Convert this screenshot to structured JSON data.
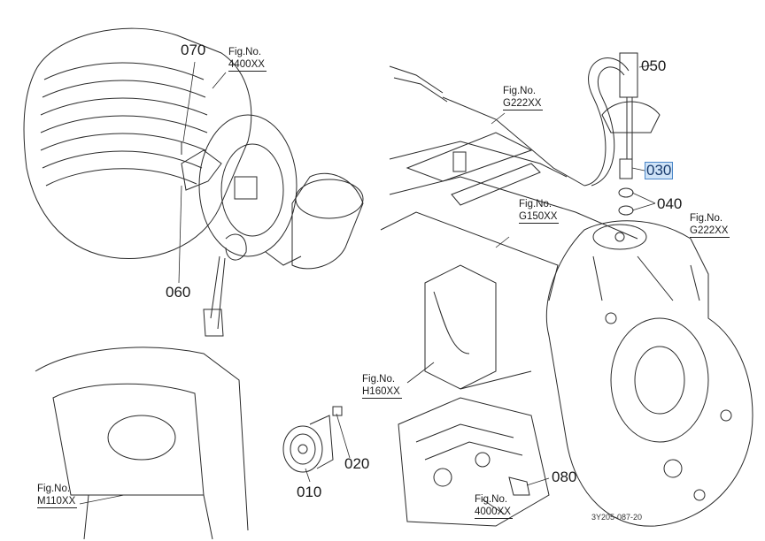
{
  "diagram": {
    "document_id": "3Y205-087-20",
    "part_callouts": [
      {
        "ref": "010",
        "selected": false
      },
      {
        "ref": "020",
        "selected": false
      },
      {
        "ref": "030",
        "selected": true
      },
      {
        "ref": "040",
        "selected": false
      },
      {
        "ref": "050",
        "selected": false
      },
      {
        "ref": "060",
        "selected": false
      },
      {
        "ref": "070",
        "selected": false
      },
      {
        "ref": "080",
        "selected": false
      }
    ],
    "figure_refs": [
      {
        "label": "Fig.No.",
        "code": "4400XX"
      },
      {
        "label": "Fig.No.",
        "code": "G222XX"
      },
      {
        "label": "Fig.No.",
        "code": "G150XX"
      },
      {
        "label": "Fig.No.",
        "code": "G222XX"
      },
      {
        "label": "Fig.No.",
        "code": "H160XX"
      },
      {
        "label": "Fig.No.",
        "code": "M110XX"
      },
      {
        "label": "Fig.No.",
        "code": "4000XX"
      }
    ],
    "highlight_color": "#cfe3f7"
  }
}
